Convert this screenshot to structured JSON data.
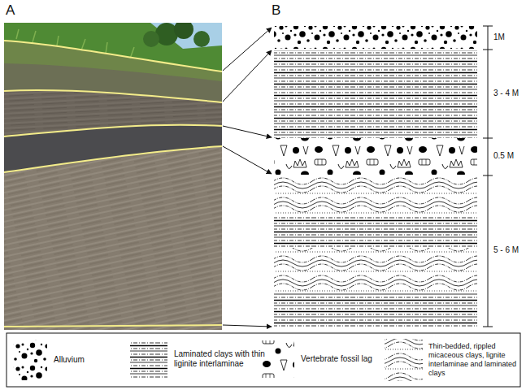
{
  "diagram": {
    "labels": [
      "A",
      "B",
      "1M",
      "3 - 4 M",
      "0.5 M",
      "5 - 6 M"
    ],
    "legend": [
      {
        "text": "Alluvium"
      },
      {
        "text": "Laminated clays with thin liginite interlaminae"
      },
      {
        "text": "Vertebrate fossil lag"
      },
      {
        "text": "Thin-bedded, rippled micaceous clays, lignite interlaminae and laminated clays"
      }
    ]
  }
}
